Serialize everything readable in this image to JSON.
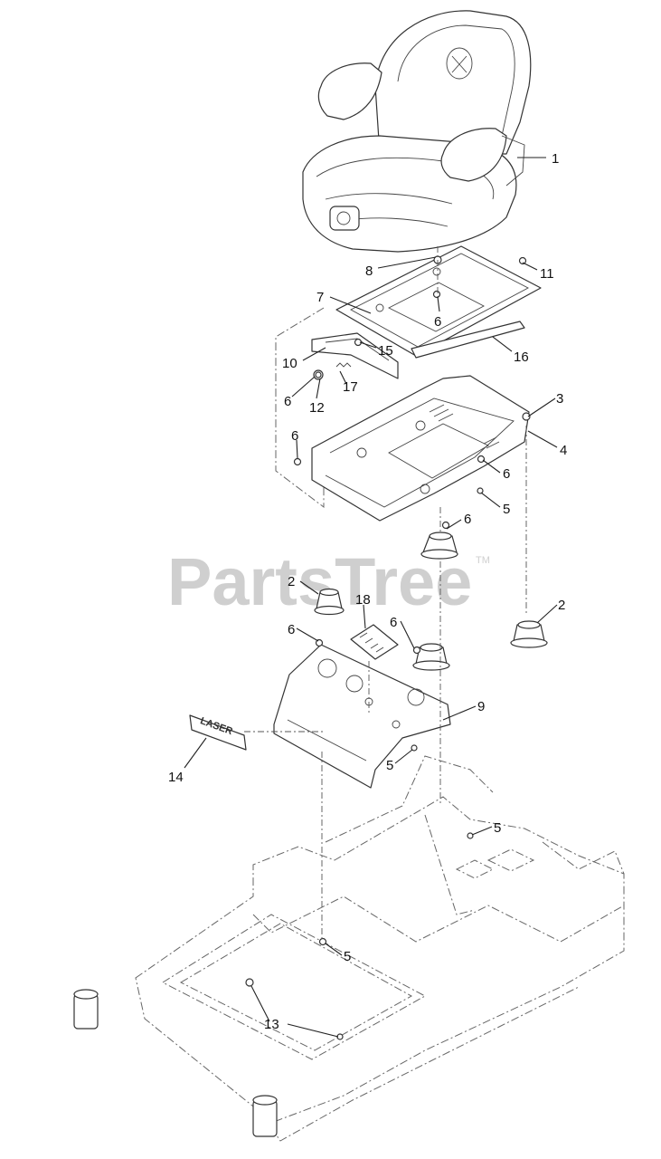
{
  "watermark": {
    "text": "PartsTree",
    "trademark": "TM"
  },
  "decal_text": "LASER",
  "callouts": [
    {
      "id": "c1",
      "label": "1"
    },
    {
      "id": "c2a",
      "label": "2"
    },
    {
      "id": "c2b",
      "label": "2"
    },
    {
      "id": "c3",
      "label": "3"
    },
    {
      "id": "c4",
      "label": "4"
    },
    {
      "id": "c5a",
      "label": "5"
    },
    {
      "id": "c5b",
      "label": "5"
    },
    {
      "id": "c5c",
      "label": "5"
    },
    {
      "id": "c5d",
      "label": "5"
    },
    {
      "id": "c6a",
      "label": "6"
    },
    {
      "id": "c6b",
      "label": "6"
    },
    {
      "id": "c6c",
      "label": "6"
    },
    {
      "id": "c6d",
      "label": "6"
    },
    {
      "id": "c6e",
      "label": "6"
    },
    {
      "id": "c6f",
      "label": "6"
    },
    {
      "id": "c6g",
      "label": "6"
    },
    {
      "id": "c7",
      "label": "7"
    },
    {
      "id": "c8",
      "label": "8"
    },
    {
      "id": "c9",
      "label": "9"
    },
    {
      "id": "c10",
      "label": "10"
    },
    {
      "id": "c11",
      "label": "11"
    },
    {
      "id": "c12",
      "label": "12"
    },
    {
      "id": "c13",
      "label": "13"
    },
    {
      "id": "c14",
      "label": "14"
    },
    {
      "id": "c15",
      "label": "15"
    },
    {
      "id": "c16",
      "label": "16"
    },
    {
      "id": "c17",
      "label": "17"
    },
    {
      "id": "c18",
      "label": "18"
    }
  ]
}
